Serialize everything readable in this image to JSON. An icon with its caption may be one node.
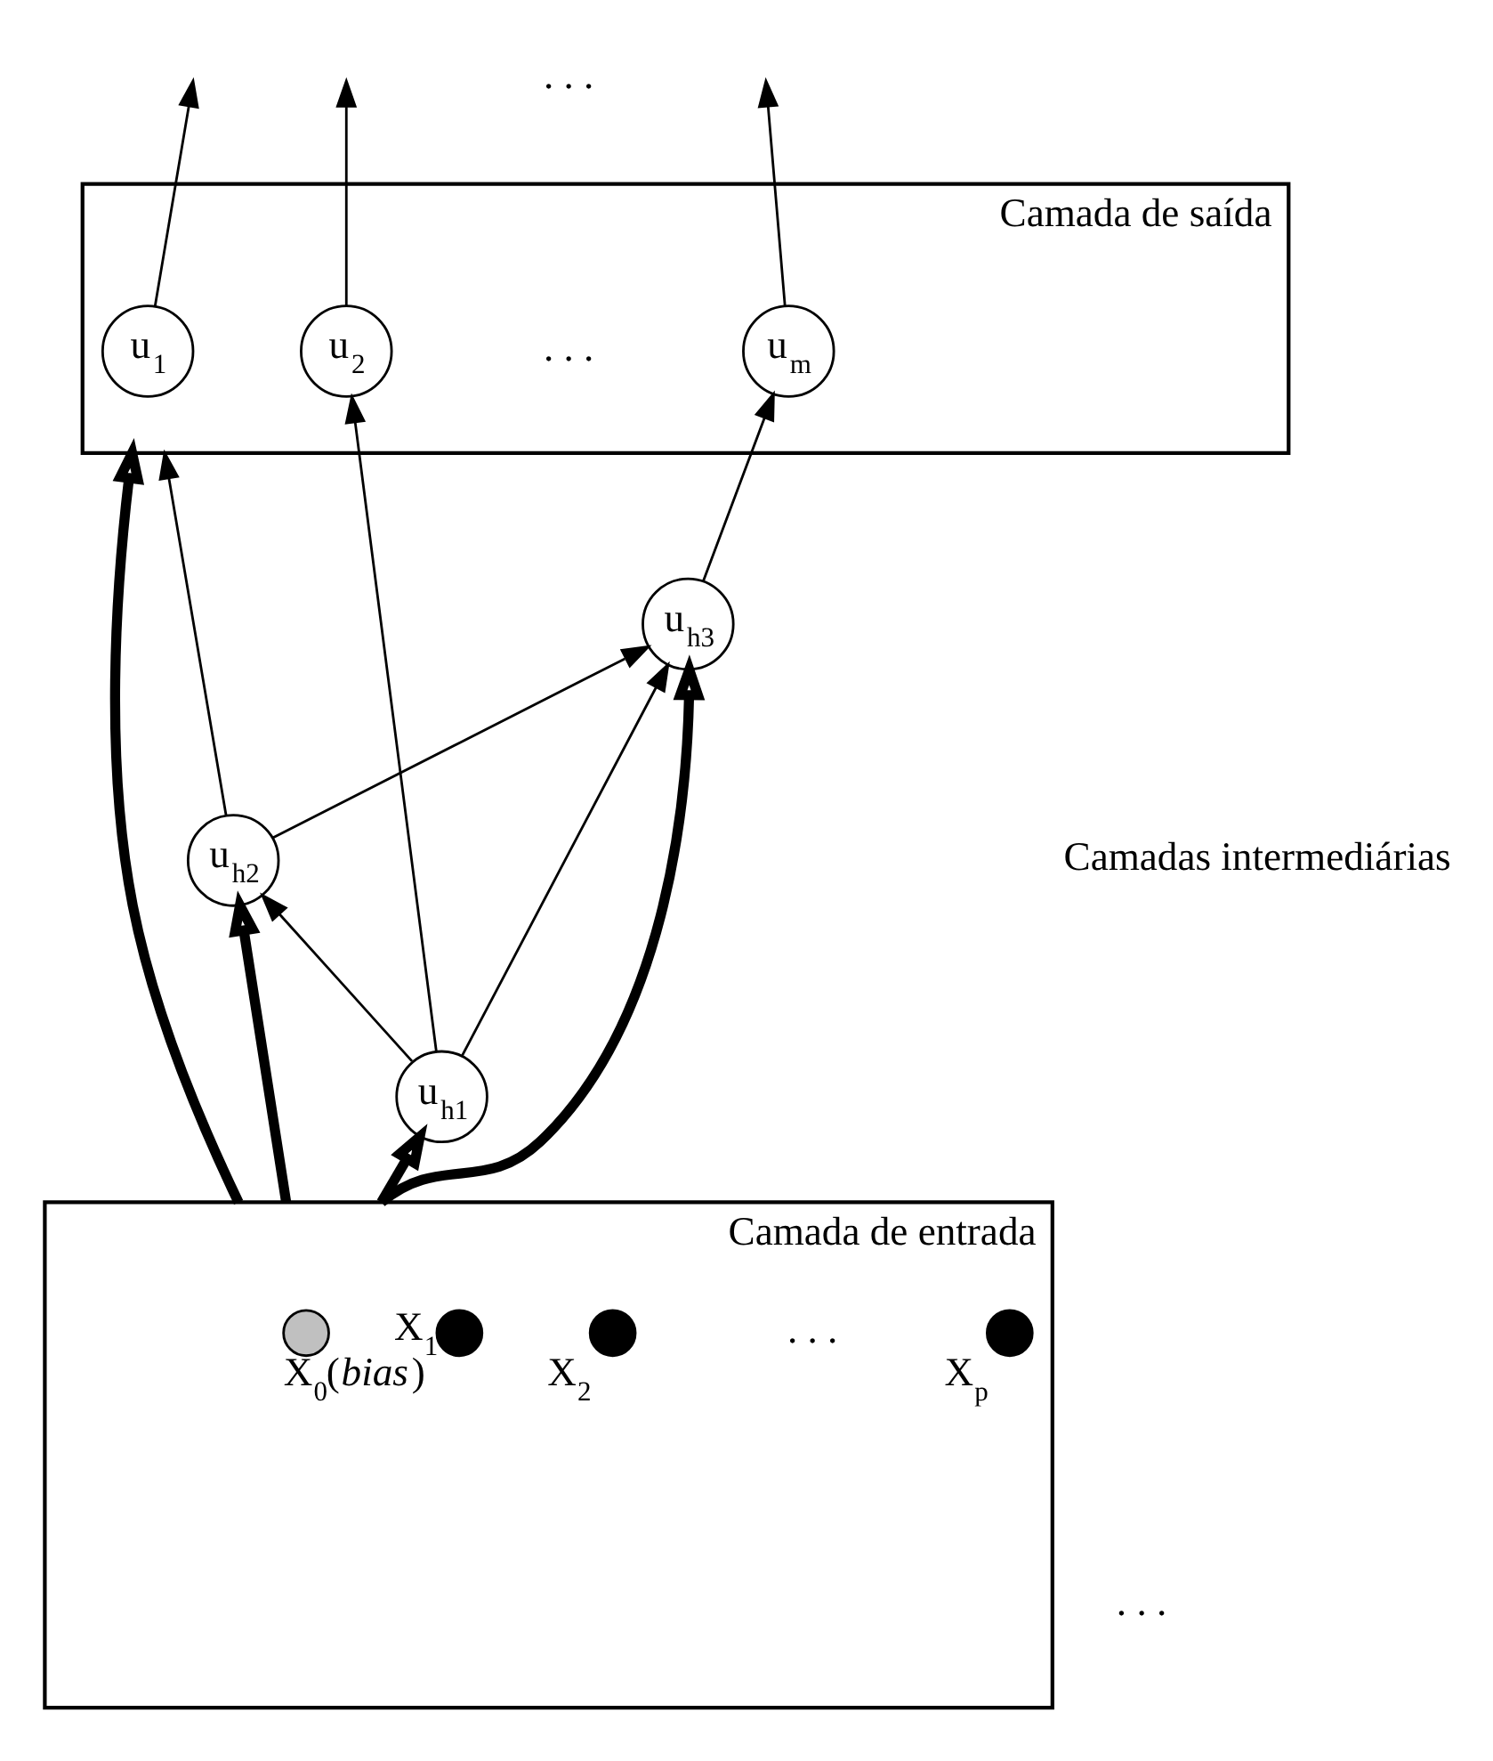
{
  "diagram": {
    "nodes": [
      {
        "text": [
          "Camada de saída"
        ]
      },
      {
        "text": [
          "u$_{1}$"
        ],
        "in": 0
      },
      {
        "text": [
          "u$_{2}$"
        ],
        "in": 0
      },
      {
        "text": [
          "u$_{m}$"
        ],
        "in": 0
      },
      {
        "text": [
          "u$_{h3}$"
        ]
      },
      {
        "text": [
          "u$_{h2}$"
        ]
      },
      {
        "text": [
          "u$_{h1}$"
        ]
      },
      {
        "text": [
          "Camada de entrada"
        ]
      },
      {
        "text": [],
        "shape": "circle",
        "in": 7,
        "beside": [
          "X$_{0}$(*bias*)"
        ]
      },
      {
        "text": [],
        "shape": "circle",
        "in": 7,
        "beside": [
          "X$_{1}$"
        ]
      },
      {
        "text": [],
        "shape": "circle",
        "in": 7,
        "beside": [
          "X$_{2}$"
        ]
      },
      {
        "text": [],
        "shape": "circle",
        "in": 7,
        "beside": [
          "X$_{p}$"
        ]
      }
    ],
    "edges": [
      {
        "from": 1,
        "to": null,
        "arrow": "to"
      },
      {
        "from": 2,
        "to": null,
        "arrow": "to"
      },
      {
        "from": 3,
        "to": null,
        "arrow": "to"
      },
      {
        "from": 7,
        "to": 0,
        "arrow": "to",
        "style": "thick"
      },
      {
        "from": 6,
        "to": 2,
        "arrow": "to"
      },
      {
        "from": 5,
        "to": 0,
        "arrow": "to"
      },
      {
        "from": 4,
        "to": 3,
        "arrow": "to"
      },
      {
        "from": 6,
        "to": 5,
        "arrow": "to"
      },
      {
        "from": 6,
        "to": 4,
        "arrow": "to"
      },
      {
        "from": 5,
        "to": 4,
        "arrow": "to"
      },
      {
        "from": 7,
        "to": 4,
        "arrow": "to",
        "style": "thick"
      },
      {
        "from": 7,
        "to": 5,
        "arrow": "to",
        "style": "thick"
      },
      {
        "from": 7,
        "to": 6,
        "arrow": "to",
        "style": "thick"
      }
    ],
    "labels": [
      ". . .",
      ". . .",
      "Camadas intermediárias",
      ". . .",
      ". . ."
    ]
  }
}
